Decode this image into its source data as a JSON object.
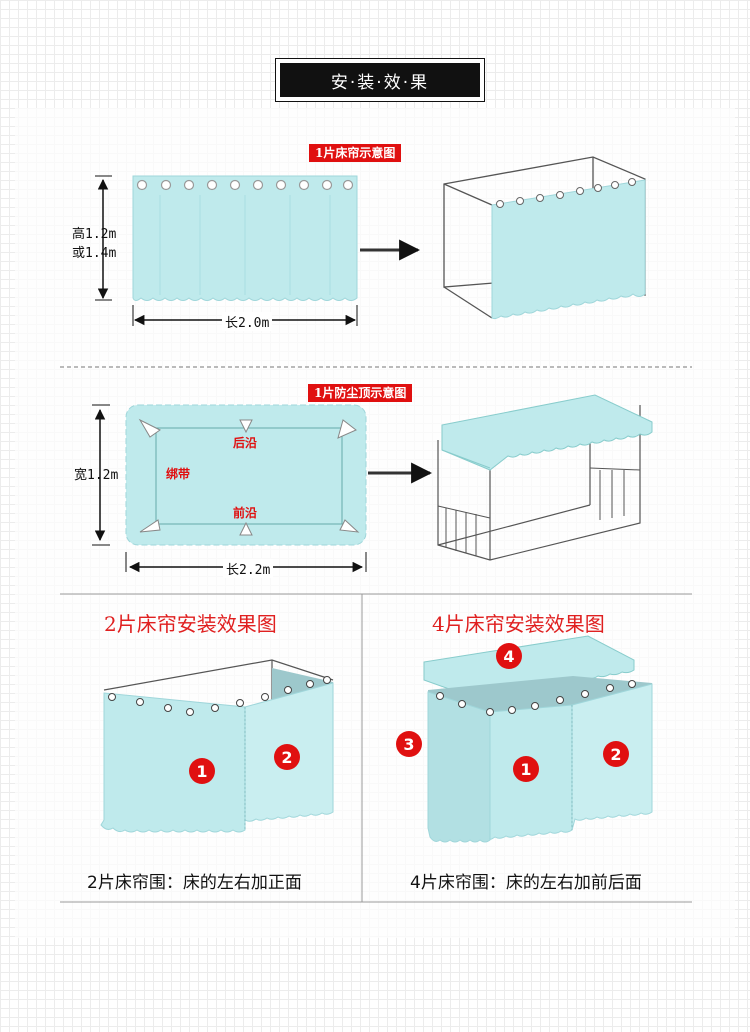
{
  "header": {
    "title": "安·装·效·果"
  },
  "section1": {
    "label": "1片床帘示意图",
    "height_dim_line1": "高1.2m",
    "height_dim_line2": "或1.4m",
    "width_dim": "长2.0m"
  },
  "section2": {
    "label": "1片防尘顶示意图",
    "back_edge": "后沿",
    "strap": "绑带",
    "front_edge": "前沿",
    "width_dim": "宽1.2m",
    "length_dim": "长2.2m"
  },
  "section3": {
    "left_title": "2片床帘安装效果图",
    "right_title": "4片床帘安装效果图",
    "left_caption": "2片床帘围：床的左右加正面",
    "right_caption": "4片床帘围：床的左右加前后面",
    "markers": {
      "m1": "1",
      "m2": "2",
      "m3": "3",
      "m4": "4"
    },
    "grey_markers": {
      "m3": "3",
      "m4": "4"
    }
  },
  "colors": {
    "curtain": "#bfeaec",
    "curtain_edge": "#9fd6da",
    "accent_red": "#e01010"
  }
}
